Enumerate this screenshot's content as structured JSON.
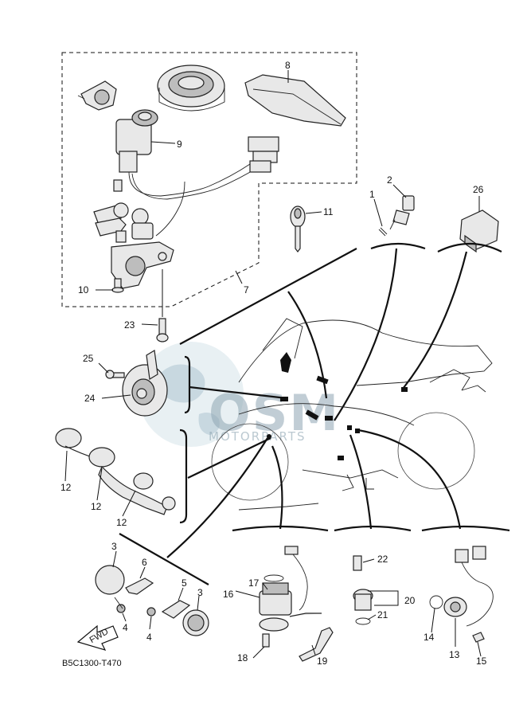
{
  "diagram": {
    "drawing_code": "B5C1300-T470",
    "fwd_label": "FWD",
    "watermark": {
      "brand": "OSM",
      "subtitle": "MOTORPARTS"
    },
    "callouts": {
      "c1": "1",
      "c2": "2",
      "c3a": "3",
      "c3b": "3",
      "c4a": "4",
      "c4b": "4",
      "c5": "5",
      "c6": "6",
      "c7": "7",
      "c8": "8",
      "c9": "9",
      "c10": "10",
      "c11": "11",
      "c12a": "12",
      "c12b": "12",
      "c12c": "12",
      "c13": "13",
      "c14": "14",
      "c15": "15",
      "c16": "16",
      "c17": "17",
      "c18": "18",
      "c19": "19",
      "c20": "20",
      "c21": "21",
      "c22": "22",
      "c23": "23",
      "c24": "24",
      "c25": "25",
      "c26": "26"
    }
  }
}
